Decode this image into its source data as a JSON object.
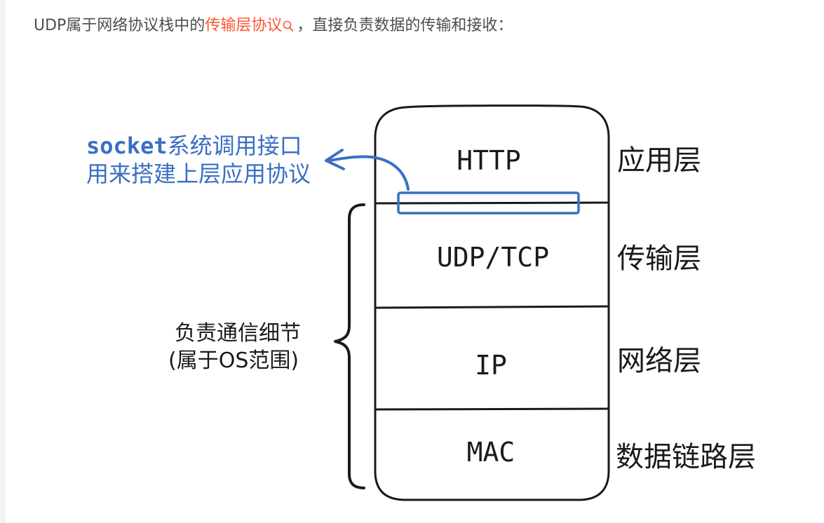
{
  "intro": {
    "prefix": "UDP属于网络协议栈中的",
    "link": "传输层协议",
    "suffix": "，直接负责数据的传输和接收："
  },
  "colors": {
    "link": "#fc5531",
    "annotation": "#3a6fc4",
    "ink": "#1a1a1a",
    "text": "#4d4d4d"
  },
  "diagram": {
    "layers": [
      {
        "protocol": "HTTP",
        "name": "应用层"
      },
      {
        "protocol": "UDP/TCP",
        "name": "传输层"
      },
      {
        "protocol": "IP",
        "name": "网络层"
      },
      {
        "protocol": "MAC",
        "name": "数据链路层"
      }
    ],
    "socket_note": {
      "line1_prefix": "socket",
      "line1_rest": "系统调用接口",
      "line2": "用来搭建上层应用协议"
    },
    "brace_note": {
      "line1": "负责通信细节",
      "line2": "(属于OS范围)"
    }
  }
}
